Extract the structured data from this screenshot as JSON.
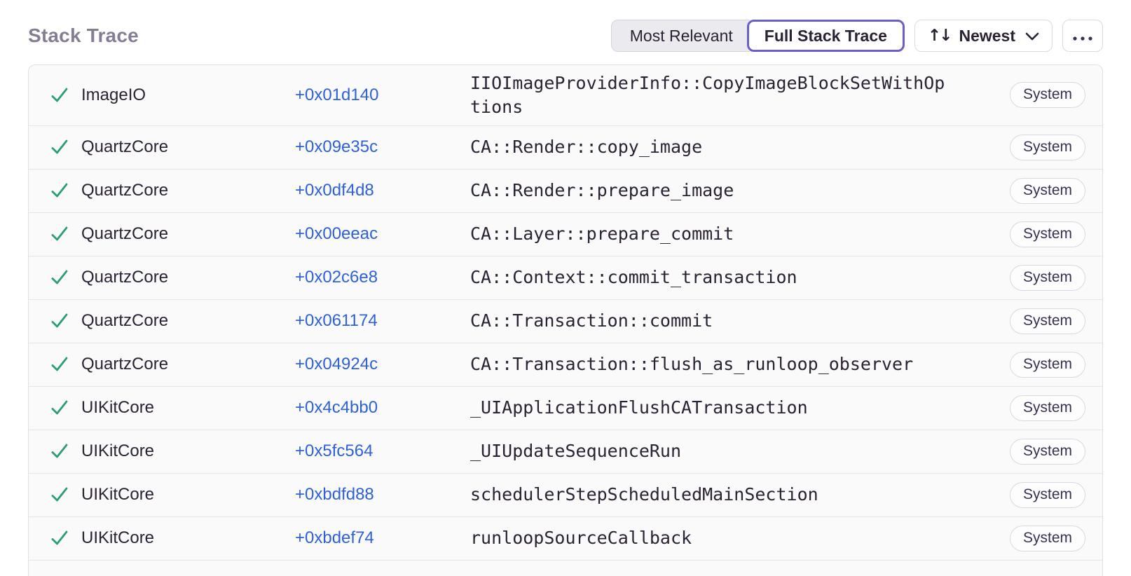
{
  "header": {
    "title": "Stack Trace",
    "view_toggle": [
      {
        "label": "Most Relevant",
        "active": false
      },
      {
        "label": "Full Stack Trace",
        "active": true
      }
    ],
    "sort_button": {
      "label": "Newest",
      "icon_glyph": "↑↓"
    },
    "more_button": {
      "icon": "ellipsis-icon"
    }
  },
  "icons": {
    "check": "✓",
    "sort_arrows": "↑↓",
    "chevron_down": "⌄",
    "ellipsis": "⋯"
  },
  "colors": {
    "accent_purple": "#6a5fc8",
    "link_blue": "#2e61d9",
    "success_green": "#2a9d73",
    "title_gray": "#857d93",
    "text_dark": "#2b2233",
    "row_background": "#fafafb",
    "row_border": "#e5e4ea"
  },
  "table": {
    "rows": [
      {
        "module": "ImageIO",
        "offset": "+0x01d140",
        "function": "IIOImageProviderInfo::CopyImageBlockSetWithOptions",
        "badge": "System"
      },
      {
        "module": "QuartzCore",
        "offset": "+0x09e35c",
        "function": "CA::Render::copy_image",
        "badge": "System"
      },
      {
        "module": "QuartzCore",
        "offset": "+0x0df4d8",
        "function": "CA::Render::prepare_image",
        "badge": "System"
      },
      {
        "module": "QuartzCore",
        "offset": "+0x00eeac",
        "function": "CA::Layer::prepare_commit",
        "badge": "System"
      },
      {
        "module": "QuartzCore",
        "offset": "+0x02c6e8",
        "function": "CA::Context::commit_transaction",
        "badge": "System"
      },
      {
        "module": "QuartzCore",
        "offset": "+0x061174",
        "function": "CA::Transaction::commit",
        "badge": "System"
      },
      {
        "module": "QuartzCore",
        "offset": "+0x04924c",
        "function": "CA::Transaction::flush_as_runloop_observer",
        "badge": "System"
      },
      {
        "module": "UIKitCore",
        "offset": "+0x4c4bb0",
        "function": "_UIApplicationFlushCATransaction",
        "badge": "System"
      },
      {
        "module": "UIKitCore",
        "offset": "+0x5fc564",
        "function": "_UIUpdateSequenceRun",
        "badge": "System"
      },
      {
        "module": "UIKitCore",
        "offset": "+0xbdfd88",
        "function": "schedulerStepScheduledMainSection",
        "badge": "System"
      },
      {
        "module": "UIKitCore",
        "offset": "+0xbdef74",
        "function": "runloopSourceCallback",
        "badge": "System"
      }
    ]
  }
}
